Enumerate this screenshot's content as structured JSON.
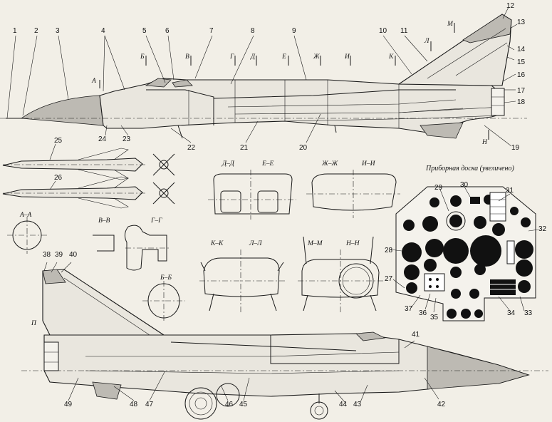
{
  "panel_title": "Приборная доска (увеличено)",
  "callouts": {
    "c1": "1",
    "c2": "2",
    "c3": "3",
    "c4": "4",
    "c5": "5",
    "c6": "6",
    "c7": "7",
    "c8": "8",
    "c9": "9",
    "c10": "10",
    "c11": "11",
    "c12": "12",
    "c13": "13",
    "c14": "14",
    "c15": "15",
    "c16": "16",
    "c17": "17",
    "c18": "18",
    "c19": "19",
    "c20": "20",
    "c21": "21",
    "c22": "22",
    "c23": "23",
    "c24": "24",
    "c25": "25",
    "c26": "26",
    "c27": "27",
    "c28": "28",
    "c29": "29",
    "c30": "30",
    "c31": "31",
    "c32": "32",
    "c33": "33",
    "c34": "34",
    "c35": "35",
    "c36": "36",
    "c37": "37",
    "c38": "38",
    "c39": "39",
    "c40": "40",
    "c41": "41",
    "c42": "42",
    "c43": "43",
    "c44": "44",
    "c45": "45",
    "c46": "46",
    "c47": "47",
    "c48": "48",
    "c49": "49"
  },
  "station_letters": {
    "a": "А",
    "b": "Б",
    "v": "В",
    "g": "Г",
    "d": "Д",
    "e": "Е",
    "zh": "Ж",
    "i": "И",
    "k": "К",
    "l": "Л",
    "m": "М",
    "n": "Н",
    "p": "П"
  },
  "section_labels": {
    "aa": "А–А",
    "bb": "Б–Б",
    "vv": "В–В",
    "gg": "Г–Г",
    "dd": "Д–Д",
    "ee": "Е–Е",
    "zhzh": "Ж–Ж",
    "ii": "И–И",
    "kk": "К–К",
    "ll": "Л–Л",
    "mm": "М–М",
    "nn": "Н–Н"
  }
}
